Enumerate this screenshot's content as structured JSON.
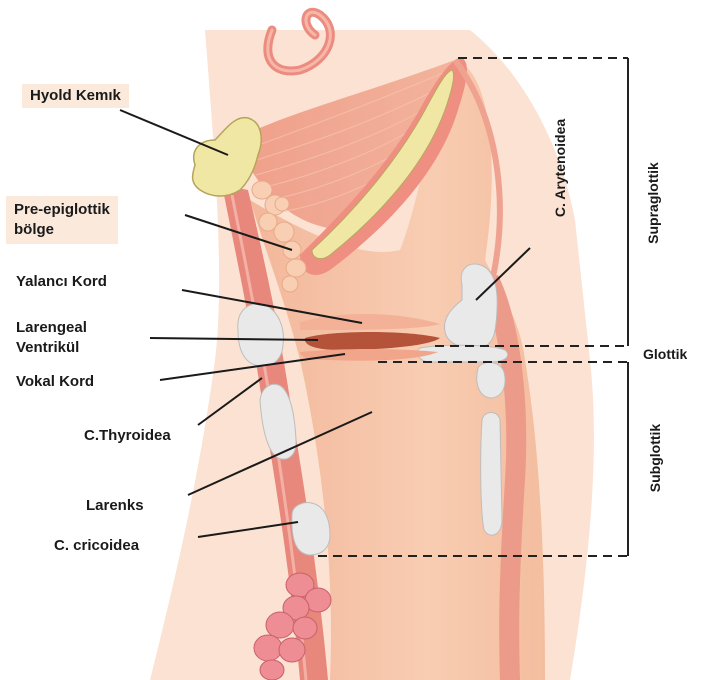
{
  "labels": {
    "hyoid": "Hyold Kemık",
    "pre_epi_1": "Pre-epiglottik",
    "pre_epi_2": "bölge",
    "yalanci": "Yalancı Kord",
    "larengeal_1": "Larengeal",
    "larengeal_2": "Ventrikül",
    "vokal": "Vokal Kord",
    "thyroidea": "C.Thyroidea",
    "larenks": "Larenks",
    "cricoidea": "C. cricoidea",
    "arytenoidea": "C. Arytenoidea",
    "supraglottik": "Supraglottik",
    "glottik": "Glottik",
    "subglottik": "Subglottik"
  },
  "colors": {
    "tissue": "#f6c4a6",
    "tissue_dark": "#ef9f85",
    "muscle": "#e8877c",
    "cartilage": "#e9e9ea",
    "bone": "#f1e7a4",
    "ventricle": "#b5523a",
    "label_bg": "#fbe9dc"
  }
}
